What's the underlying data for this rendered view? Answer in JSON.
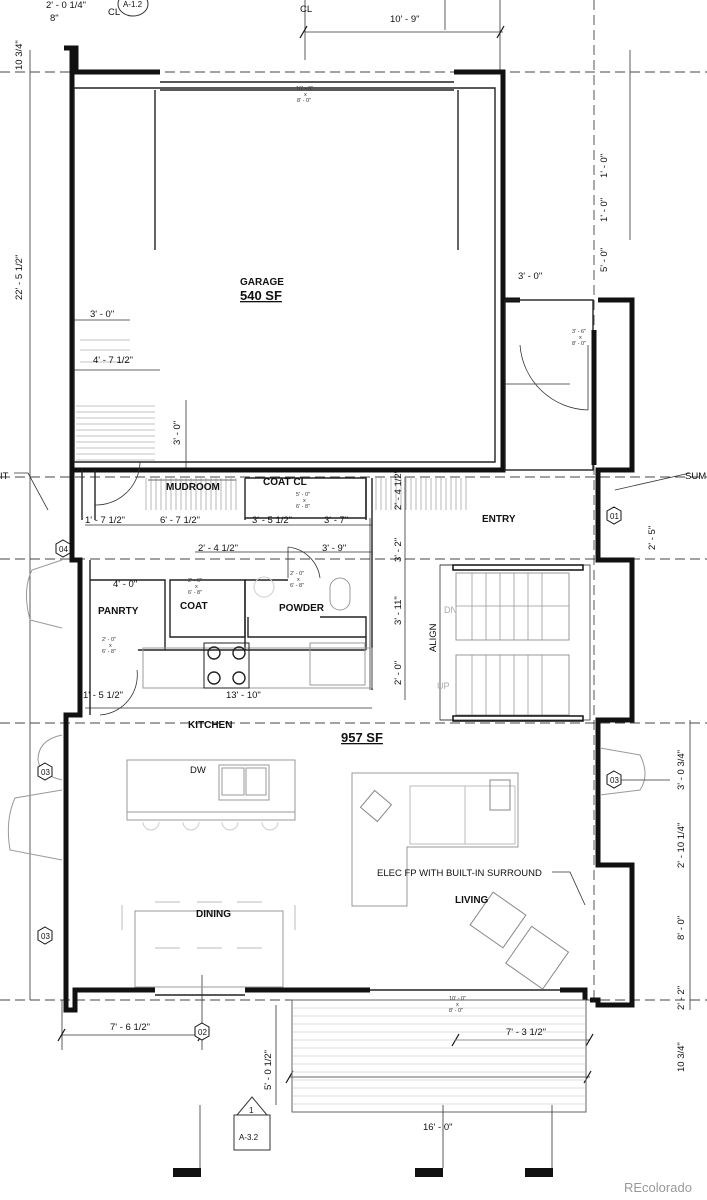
{
  "rooms": {
    "garage": "GARAGE",
    "garage_area": "540 SF",
    "mudroom": "MUDROOM",
    "coat_closet": "COAT CL",
    "entry": "ENTRY",
    "pantry": "PANRTY",
    "coat": "COAT",
    "powder": "POWDER",
    "kitchen": "KITCHEN",
    "main_area": "957 SF",
    "dining": "DINING",
    "living": "LIVING",
    "dishwasher": "DW"
  },
  "notes": {
    "fireplace": "ELEC FP WITH BUILT-IN SURROUND",
    "align": "ALIGN",
    "stair_down": "DN",
    "stair_up": "UP",
    "left_cut": "IT",
    "right_cut": "SUM",
    "centerline_1": "CL",
    "centerline_2": "CL"
  },
  "openings": {
    "garage_door": [
      "16' - 0\"",
      "x",
      "8' - 0\""
    ],
    "side_door": [
      "3' - 6\"",
      "x",
      "8' - 0\""
    ],
    "coat_cl_door": [
      "5' - 0\"",
      "x",
      "6' - 8\""
    ],
    "coat_door": [
      "2' - 6\"",
      "x",
      "6' - 8\""
    ],
    "powder_door": [
      "2' - 0\"",
      "x",
      "6' - 8\""
    ],
    "pantry_door": [
      "2' - 0\"",
      "x",
      "6' - 8\""
    ],
    "slider": [
      "10' - 0\"",
      "x",
      "8' - 0\""
    ]
  },
  "dimensions": {
    "top_a": "2' - 0 1/4\"",
    "top_b": "8\"",
    "top_width": "10' - 9\"",
    "left_top": "10 3/4\"",
    "left_garage": "22' - 5 1/2\"",
    "right_1": "1' - 0\"",
    "right_2": "1' - 0\"",
    "right_3": "5' - 0\"",
    "garage_side": "3' - 0\"",
    "shelf_w": "3' - 0\"",
    "shelf_d": "4' - 7 1/2\"",
    "step": "3' - 0\"",
    "mud_1": "1' - 7 1/2\"",
    "mud_2": "6' - 7 1/2\"",
    "mud_3": "3' - 5 1/2\"",
    "mud_4": "3' - 7\"",
    "hall_1": "2' - 4 1/2\"",
    "hall_2": "3' - 9\"",
    "v_1": "2' - 4 1/2\"",
    "v_2": "3' - 2\"",
    "v_3": "3' - 11\"",
    "v_4": "2' - 0\"",
    "pantry_w": "4' - 0\"",
    "k_1": "1' - 5 1/2\"",
    "k_2": "13' - 10\"",
    "entry_r": "2' - 5\"",
    "r_a": "3' - 0 3/4\"",
    "r_b": "2' - 10 1/4\"",
    "r_c": "8' - 0\"",
    "r_d": "2' - 2\"",
    "r_e": "10 3/4\"",
    "bot_left": "7' - 6 1/2\"",
    "deck_depth": "5' - 0 1/2\"",
    "deck_r": "7' - 3 1/2\"",
    "deck_w": "16' - 0\""
  },
  "tags": {
    "section_top": "A-1.2",
    "window_01": "01",
    "window_02": "02",
    "window_03a": "03",
    "window_03b": "03",
    "window_03c": "03",
    "window_04": "04",
    "section_num": "1",
    "section_sheet": "A-3.2"
  },
  "watermark": "REcolorado"
}
